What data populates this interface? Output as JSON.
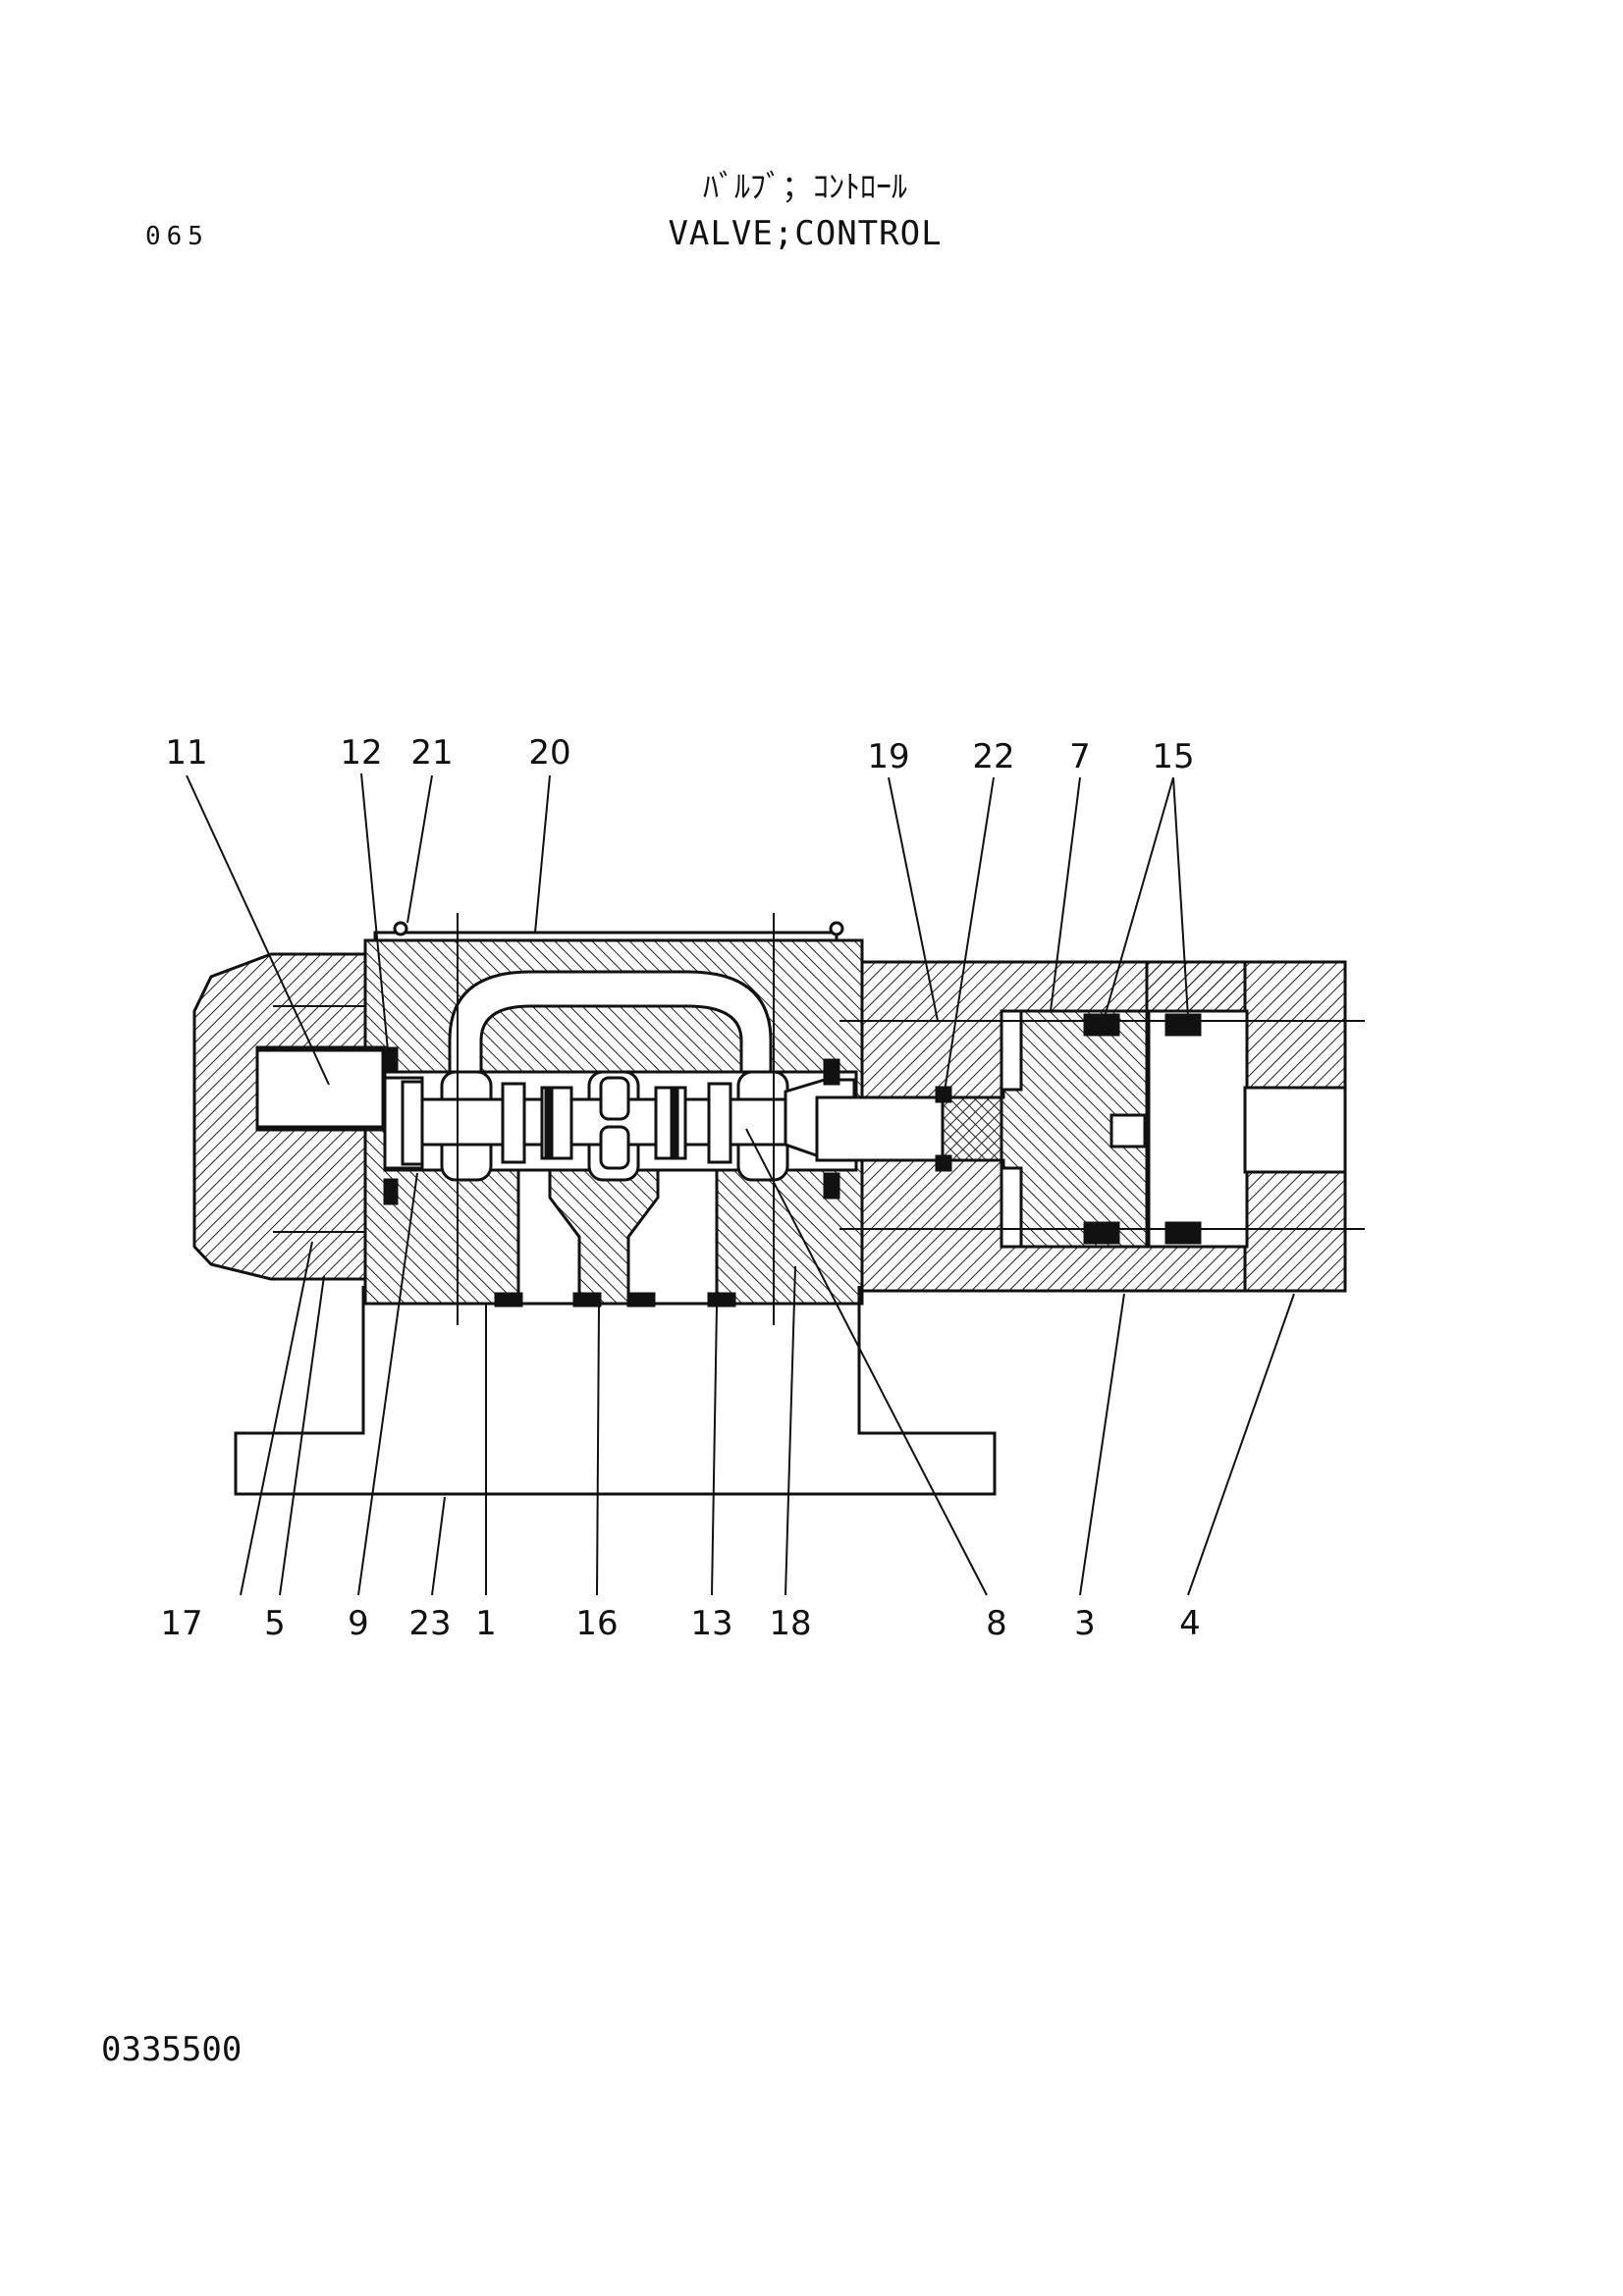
{
  "header": {
    "page_number": "065",
    "title_jp": "ﾊﾞﾙﾌﾞ；ｺﾝﾄﾛｰﾙ",
    "title_en": "VALVE;CONTROL"
  },
  "footer": {
    "drawing_number": "0335500"
  },
  "callouts": [
    "11",
    "12",
    "21",
    "20",
    "19",
    "22",
    "7",
    "15",
    "17",
    "5",
    "9",
    "23",
    "1",
    "16",
    "13",
    "18",
    "8",
    "3",
    "4"
  ]
}
